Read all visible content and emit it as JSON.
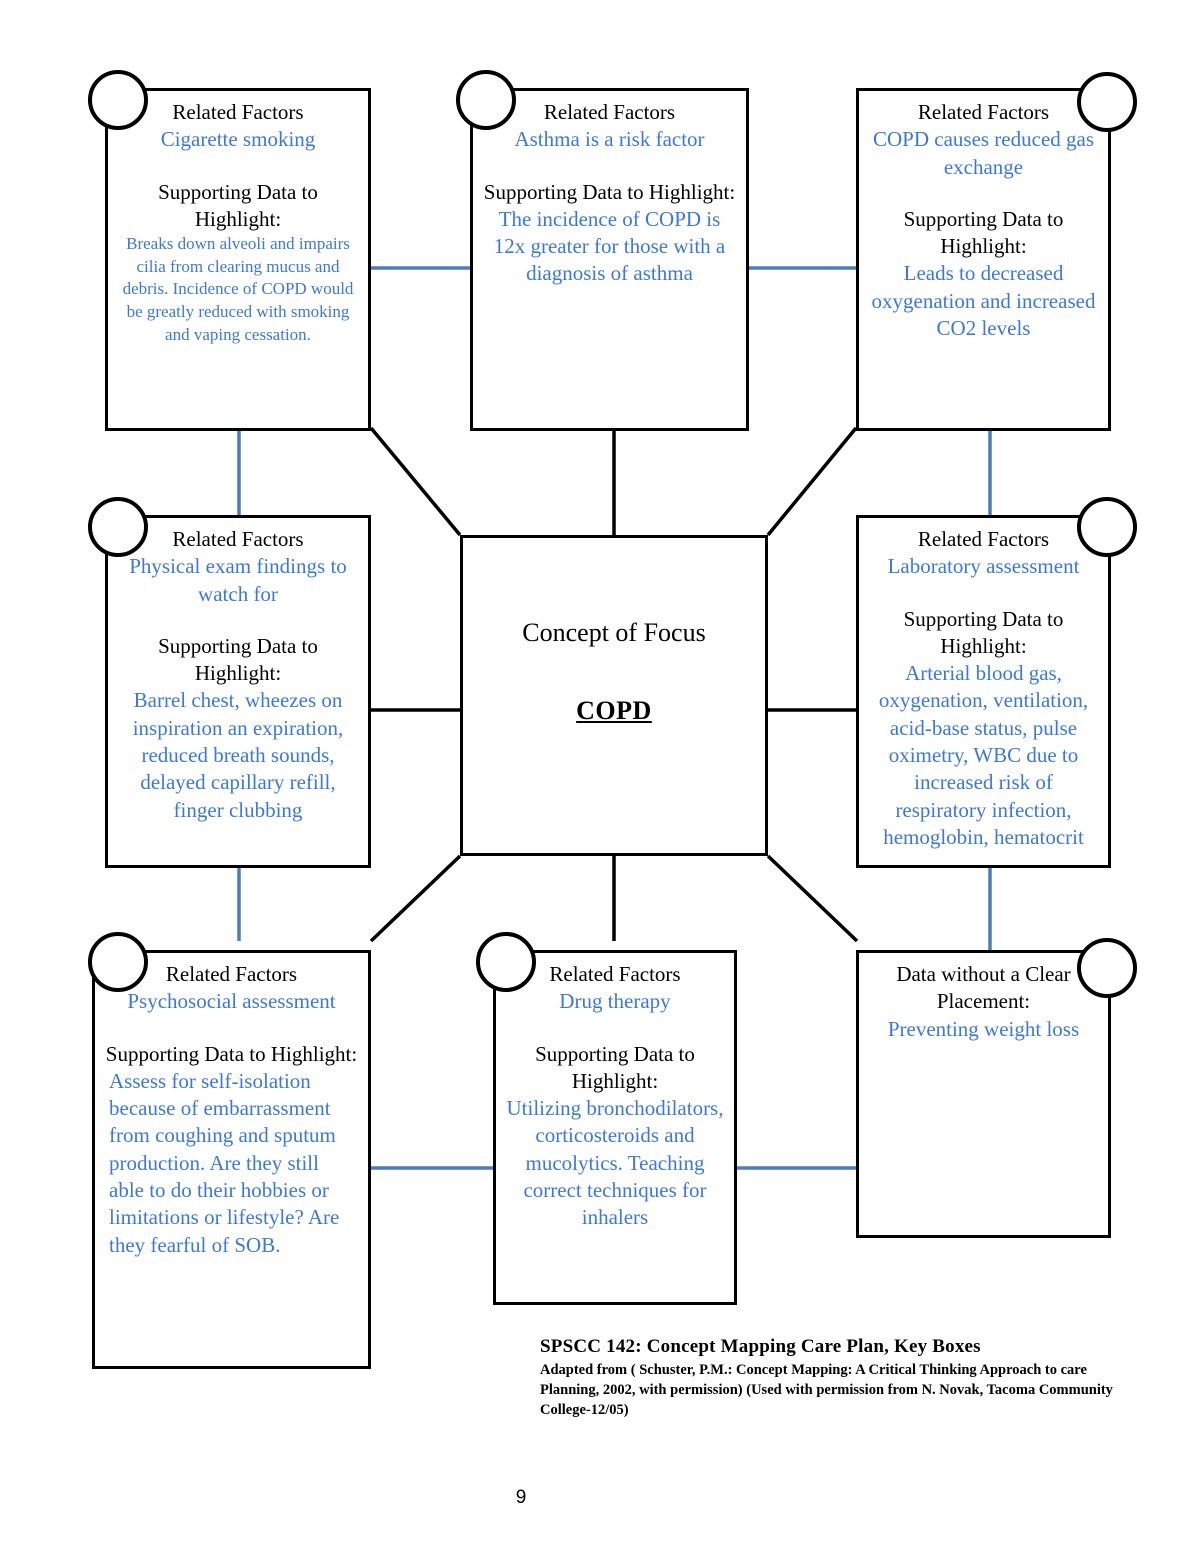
{
  "document": {
    "page_number": "9",
    "caption_title": "SPSCC 142:  Concept Mapping Care Plan, Key Boxes",
    "caption_note": "Adapted from ( Schuster, P.M.: Concept Mapping: A Critical Thinking Approach to care Planning, 2002, with permission) (Used with permission from N. Novak, Tacoma Community College-12/05)"
  },
  "colors": {
    "accent_blue": "#3c78d8",
    "line_black": "#000000",
    "connector_blue": "#4a7ebb"
  },
  "center": {
    "title": "Concept of Focus",
    "concept": "COPD"
  },
  "labels": {
    "related_factors": "Related Factors",
    "supporting_data": "Supporting Data to Highlight:",
    "unclear_placement": "Data without a Clear Placement:"
  },
  "nodes": [
    {
      "id": "cigarette-smoking",
      "header": "Related Factors",
      "factor": "Cigarette smoking",
      "data_label": "Supporting Data to Highlight:",
      "data": "Breaks down alveoli and impairs cilia from clearing mucus and debris. Incidence of COPD would be greatly reduced with smoking and vaping cessation."
    },
    {
      "id": "asthma-risk-factor",
      "header": "Related Factors",
      "factor": "Asthma is a risk factor",
      "data_label": "Supporting Data to Highlight:",
      "data": "The incidence of COPD is 12x greater for those with a diagnosis of asthma"
    },
    {
      "id": "reduced-gas-exchange",
      "header": "Related Factors",
      "factor": "COPD causes reduced gas exchange",
      "data_label": "Supporting Data to Highlight:",
      "data": "Leads to decreased oxygenation and increased CO2 levels"
    },
    {
      "id": "physical-exam-findings",
      "header": "Related Factors",
      "factor": "Physical exam findings to watch for",
      "data_label": "Supporting Data to Highlight:",
      "data": "Barrel chest, wheezes on inspiration an expiration, reduced breath sounds, delayed capillary refill, finger clubbing"
    },
    {
      "id": "laboratory-assessment",
      "header": "Related Factors",
      "factor": "Laboratory assessment",
      "data_label": "Supporting Data to Highlight:",
      "data": "Arterial blood gas, oxygenation, ventilation, acid-base status, pulse oximetry, WBC due to increased risk of respiratory infection, hemoglobin, hematocrit"
    },
    {
      "id": "psychosocial-assessment",
      "header": "Related Factors",
      "factor": "Psychosocial assessment",
      "data_label": "Supporting Data to Highlight:",
      "data": "Assess for self-isolation because of embarrassment from coughing and sputum production.  Are they still able to do their hobbies or limitations or lifestyle? Are they fearful of SOB."
    },
    {
      "id": "drug-therapy",
      "header": "Related Factors",
      "factor": "Drug therapy",
      "data_label": "Supporting Data to Highlight:",
      "data": "Utilizing bronchodilators, corticosteroids and mucolytics. Teaching correct techniques for inhalers"
    },
    {
      "id": "unclear-placement",
      "header": "Data without a Clear Placement:",
      "factor": "Preventing weight loss",
      "data_label": "",
      "data": ""
    }
  ]
}
